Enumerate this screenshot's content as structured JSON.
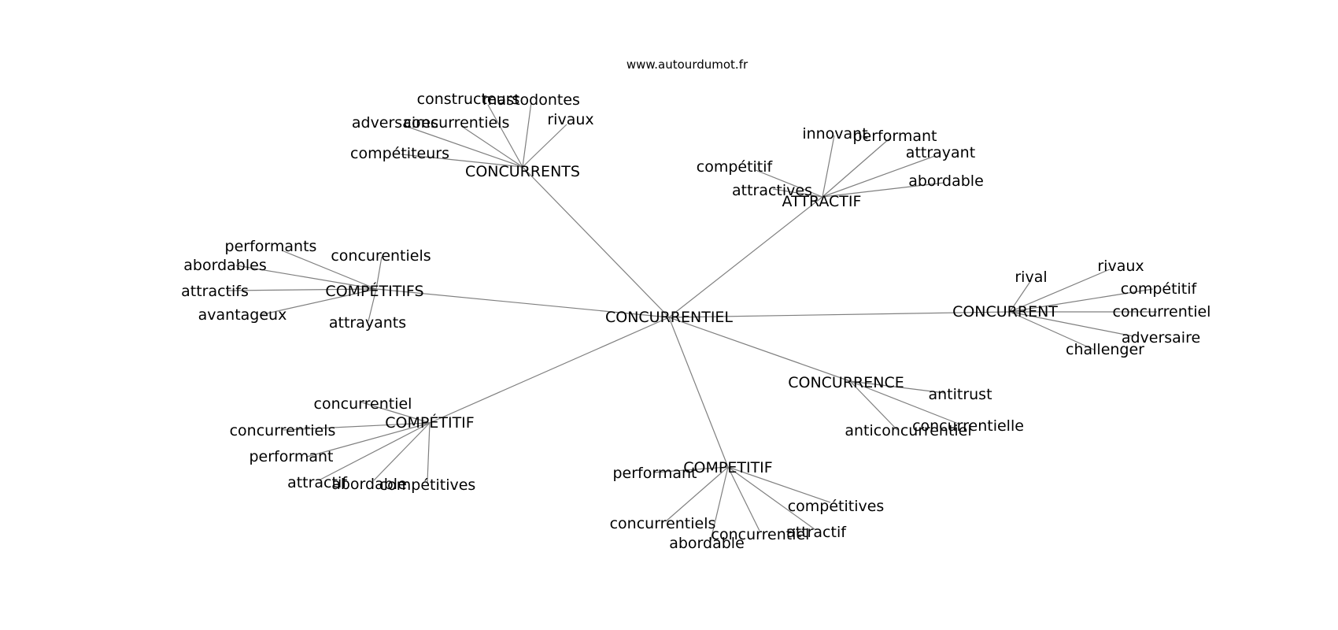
{
  "site": "www.autourdumot.fr",
  "graph": {
    "center": "CONCURRENTIEL",
    "clusters": [
      {
        "hub": "CONCURRENTS",
        "leaves": [
          "constructeurs",
          "mastodontes",
          "adversaires",
          "concurrentiels",
          "rivaux",
          "compétiteurs"
        ]
      },
      {
        "hub": "ATTRACTIF",
        "leaves": [
          "innovant",
          "performant",
          "attrayant",
          "compétitif",
          "attractives",
          "abordable"
        ]
      },
      {
        "hub": "COMPÉTITIFS",
        "leaves": [
          "performants",
          "concurentiels",
          "abordables",
          "attractifs",
          "avantageux",
          "attrayants"
        ]
      },
      {
        "hub": "CONCURRENT",
        "leaves": [
          "rival",
          "rivaux",
          "compétitif",
          "concurrentiel",
          "adversaire",
          "challenger"
        ]
      },
      {
        "hub": "CONCURRENCE",
        "leaves": [
          "antitrust",
          "concurrentielle",
          "anticoncurrentiel"
        ]
      },
      {
        "hub": "COMPÉTITIF",
        "leaves": [
          "concurrentiel",
          "concurrentiels",
          "performant",
          "attractif",
          "abordable",
          "compétitives"
        ]
      },
      {
        "hub": "COMPETITIF",
        "leaves": [
          "performant",
          "compétitives",
          "concurrentiels",
          "attractif",
          "concurrentiel",
          "abordable"
        ]
      }
    ]
  }
}
